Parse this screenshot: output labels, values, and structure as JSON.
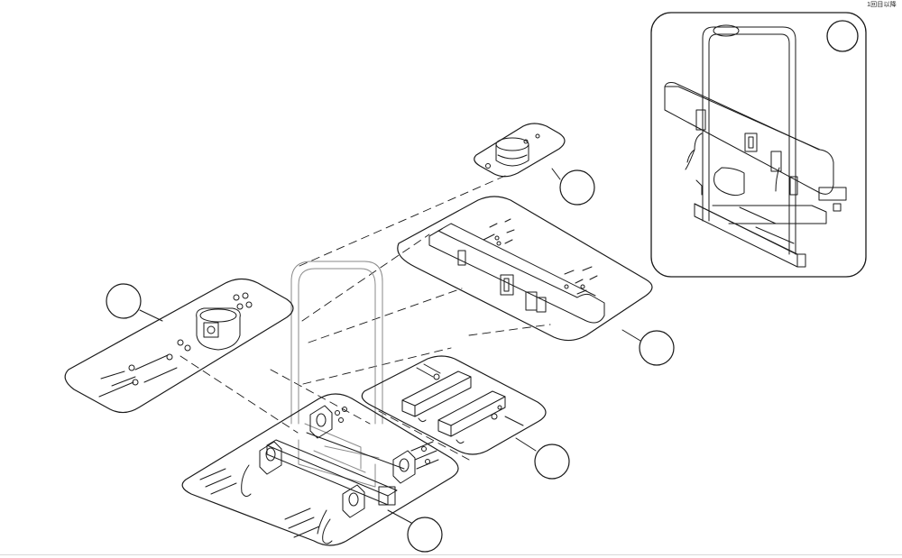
{
  "corner_note": "1回目以降",
  "callouts": [
    {
      "id": "overview",
      "label": ""
    },
    {
      "id": "cylinder-clamp",
      "label": ""
    },
    {
      "id": "pad-bar",
      "label": ""
    },
    {
      "id": "frame-clamp",
      "label": ""
    },
    {
      "id": "slide-tubes",
      "label": ""
    },
    {
      "id": "hook-brackets",
      "label": ""
    }
  ],
  "colors": {
    "line": "#1a1a1a",
    "frame_ghost": "#8a8a8a",
    "background": "#ffffff"
  },
  "icons": [
    "callout-circle",
    "bolt",
    "washer",
    "clamp",
    "hook"
  ]
}
